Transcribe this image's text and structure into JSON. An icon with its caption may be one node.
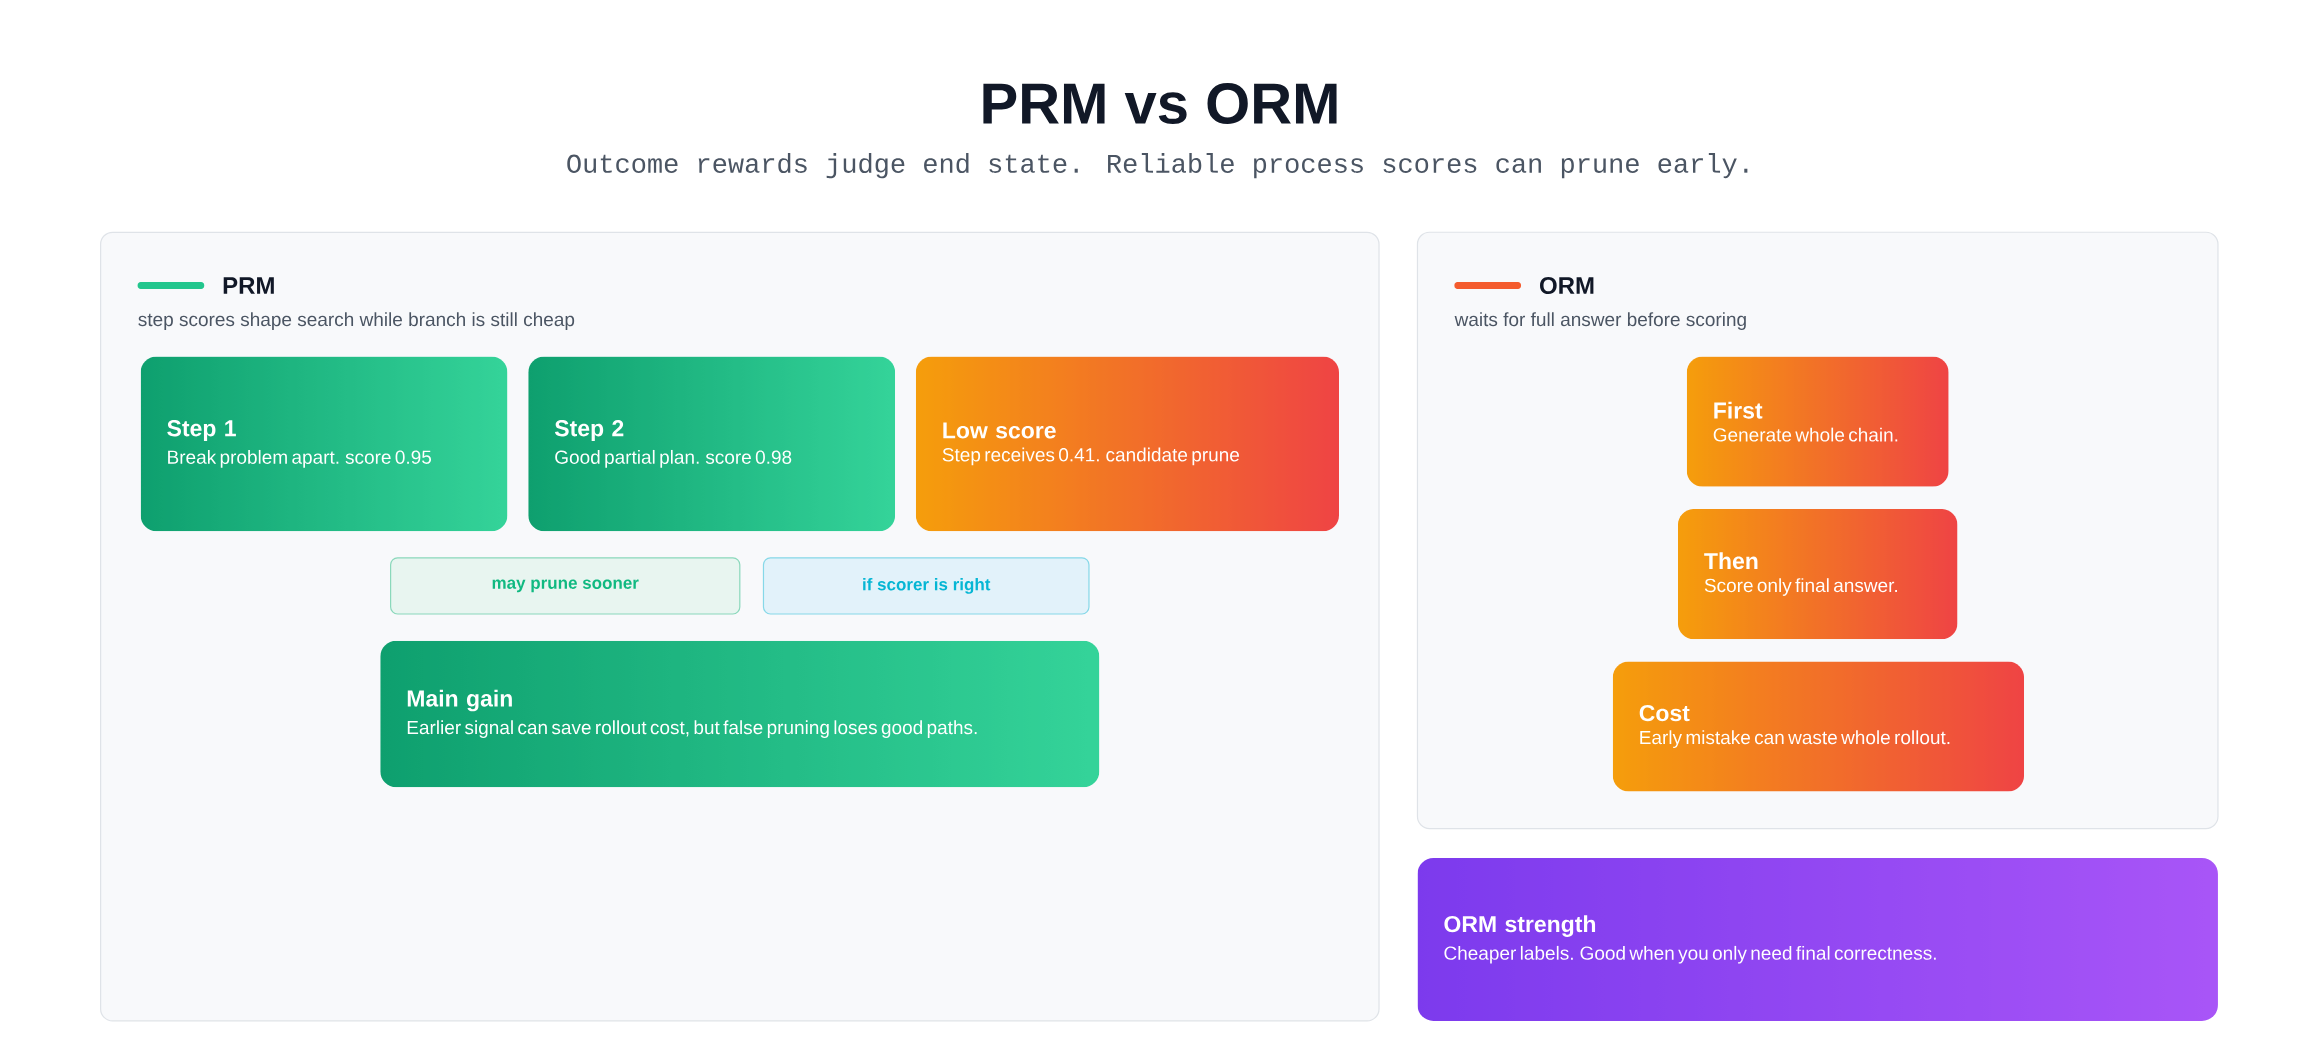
{
  "diagram": {
    "title": "PRM vs ORM",
    "nodes": [
      {
        "text": [
          "PRM",
          "step scores shape search while branch is still cheap"
        ]
      },
      {
        "text": [
          "Step 1",
          "Break problem apart. score 0.95"
        ],
        "in": 0
      },
      {
        "text": [
          "Step 2",
          "Good partial plan. score 0.98"
        ],
        "in": 0
      },
      {
        "text": [
          "Low score",
          "Step receives 0.41. candidate prune"
        ],
        "in": 0
      },
      {
        "text": [
          "may prune sooner"
        ],
        "in": 0
      },
      {
        "text": [
          "if scorer is right"
        ],
        "in": 0
      },
      {
        "text": [
          "Main gain",
          "Earlier signal can save rollout cost, but false pruning loses good paths."
        ],
        "in": 0
      },
      {
        "text": [
          "ORM",
          "waits for full answer before scoring"
        ]
      },
      {
        "text": [
          "First",
          "Generate whole chain."
        ],
        "in": 7
      },
      {
        "text": [
          "Then",
          "Score only final answer."
        ],
        "in": 7
      },
      {
        "text": [
          "Cost",
          "Early mistake can waste whole rollout."
        ],
        "in": 7
      },
      {
        "text": [
          "ORM strength",
          "Cheaper labels. Good when you only need final correctness."
        ]
      }
    ],
    "labels": [
      "Outcome rewards judge end state. Reliable process scores can prune early."
    ]
  }
}
